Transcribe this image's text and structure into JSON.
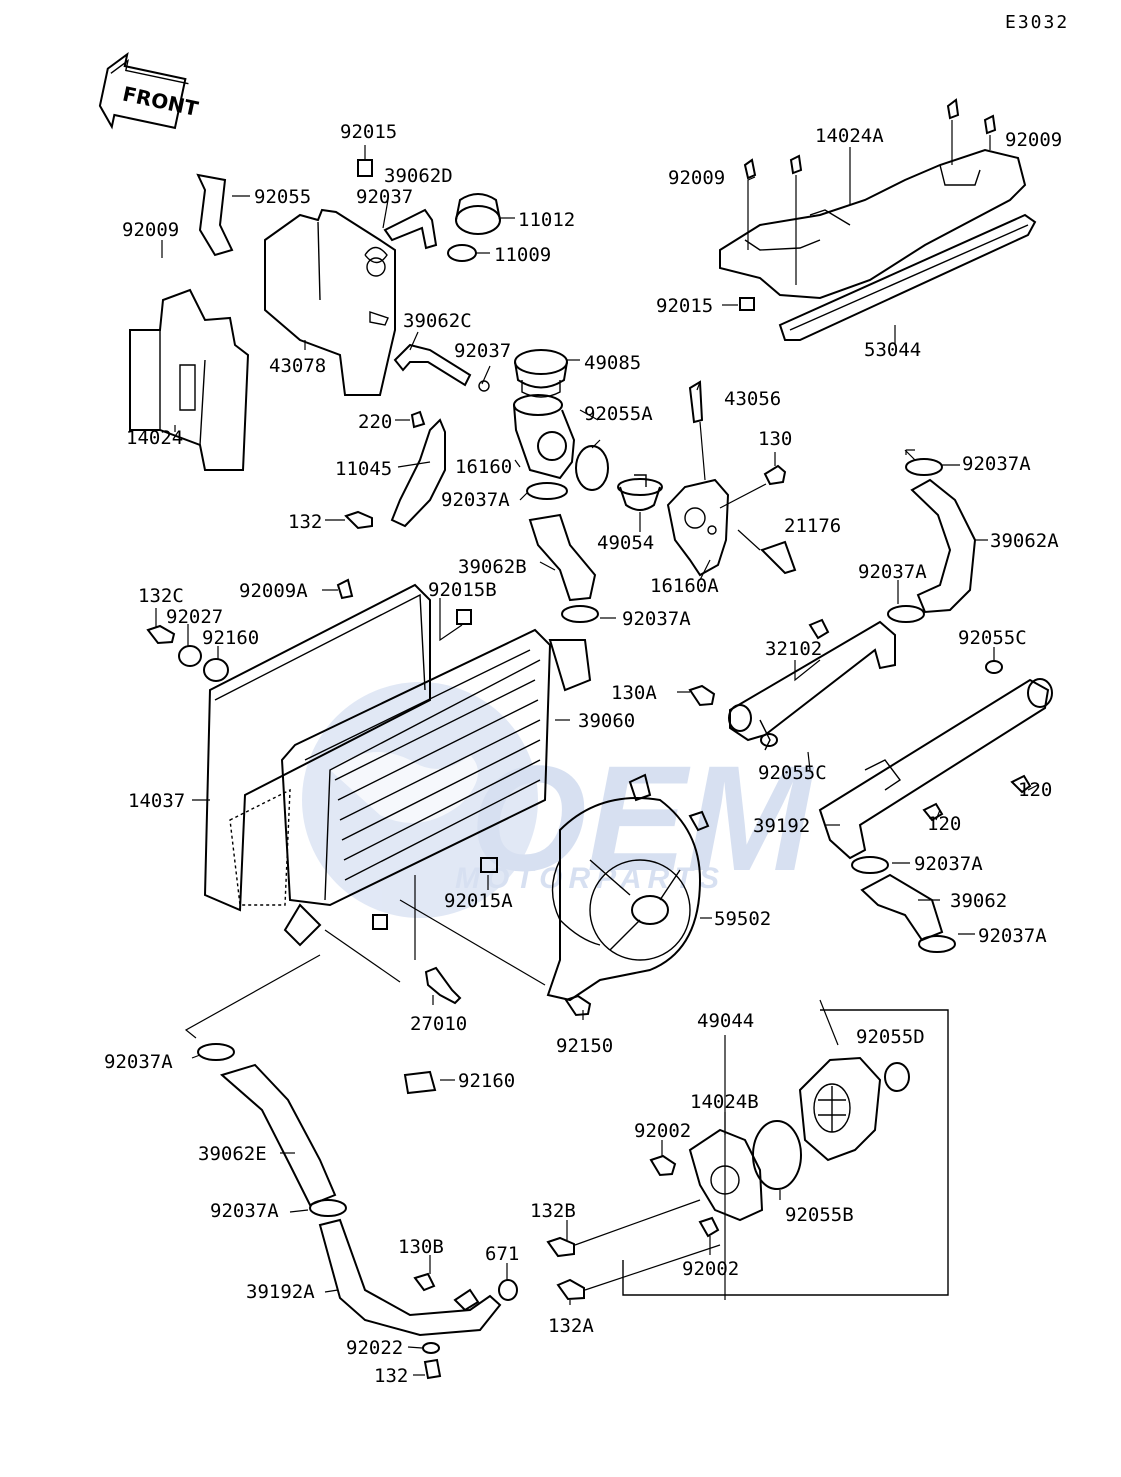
{
  "diagram_code": "E3032",
  "front_arrow": "FRONT",
  "watermark": {
    "big": "OEM",
    "small": "MOTORPARTS"
  },
  "colors": {
    "ink": "#000000",
    "watermark": "#b8c8e6"
  },
  "labels": {
    "l92015_top": "92015",
    "l39062D": "39062D",
    "l92055": "92055",
    "l92037_top": "92037",
    "l11012": "11012",
    "l92009_left": "92009",
    "l11009": "11009",
    "l39062C": "39062C",
    "l43078": "43078",
    "l92037_mid": "92037",
    "l49085": "49085",
    "l14024": "14024",
    "l220": "220",
    "l92055A": "92055A",
    "l16160": "16160",
    "l11045": "11045",
    "l92037A_a": "92037A",
    "l132": "132",
    "l49054": "49054",
    "l39062B": "39062B",
    "l16160A": "16160A",
    "l14024A": "14024A",
    "l92009_r1": "92009",
    "l92009_r2": "92009",
    "l92015_r": "92015",
    "l53044": "53044",
    "l43056": "43056",
    "l130": "130",
    "l92037A_b": "92037A",
    "l21176": "21176",
    "l39062A": "39062A",
    "l92037A_c": "92037A",
    "l132C": "132C",
    "l92009A": "92009A",
    "l92015B": "92015B",
    "l92027": "92027",
    "l92160_a": "92160",
    "l92037A_d": "92037A",
    "l32102": "32102",
    "l92055C_a": "92055C",
    "l130A": "130A",
    "l39060": "39060",
    "l92055C_b": "92055C",
    "l14037": "14037",
    "l120_a": "120",
    "l39192": "39192",
    "l120_b": "120",
    "l92037A_e": "92037A",
    "l92015A": "92015A",
    "l39062": "39062",
    "l59502": "59502",
    "l92037A_f": "92037A",
    "l27010": "27010",
    "l92150": "92150",
    "l49044": "49044",
    "l92055D": "92055D",
    "l92037A_g": "92037A",
    "l92160_b": "92160",
    "l14024B": "14024B",
    "l92002_a": "92002",
    "l39062E": "39062E",
    "l92037A_h": "92037A",
    "l92055B": "92055B",
    "l132B": "132B",
    "l92002_b": "92002",
    "l130B": "130B",
    "l671": "671",
    "l39192A": "39192A",
    "l132A": "132A",
    "l92022": "92022",
    "l132_b": "132"
  }
}
